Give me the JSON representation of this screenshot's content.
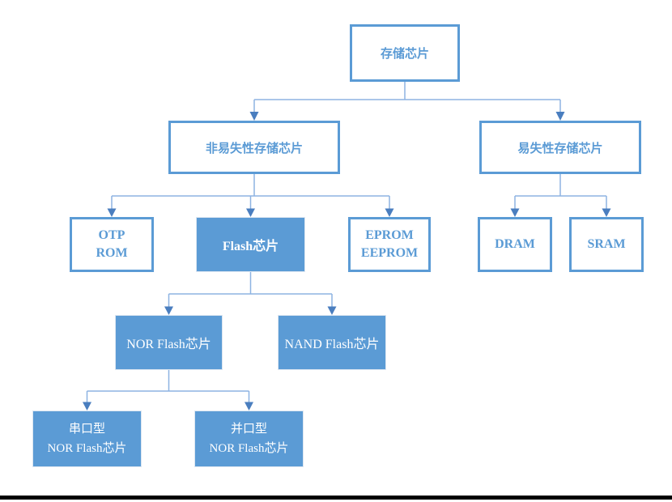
{
  "diagram": {
    "nodes": {
      "root": {
        "label": "存储芯片"
      },
      "nonvolatile": {
        "label": "非易失性存储芯片"
      },
      "volatile": {
        "label": "易失性存储芯片"
      },
      "otp_rom": {
        "line1": "OTP",
        "line2": "ROM"
      },
      "flash": {
        "label": "Flash芯片"
      },
      "eprom_eeprom": {
        "line1": "EPROM",
        "line2": "EEPROM"
      },
      "dram": {
        "label": "DRAM"
      },
      "sram": {
        "label": "SRAM"
      },
      "nor_flash": {
        "label": "NOR Flash芯片"
      },
      "nand_flash": {
        "label": "NAND Flash芯片"
      },
      "serial_nor": {
        "line1": "串口型",
        "line2": "NOR Flash芯片"
      },
      "parallel_nor": {
        "line1": "并口型",
        "line2": "NOR Flash芯片"
      }
    },
    "colors": {
      "node_accent": "#5B9BD5",
      "connector_line": "#8DB3E2",
      "arrowhead": "#4A7EBF",
      "filled_text": "#FFFFFF",
      "bottom_rule": "#000000"
    }
  }
}
